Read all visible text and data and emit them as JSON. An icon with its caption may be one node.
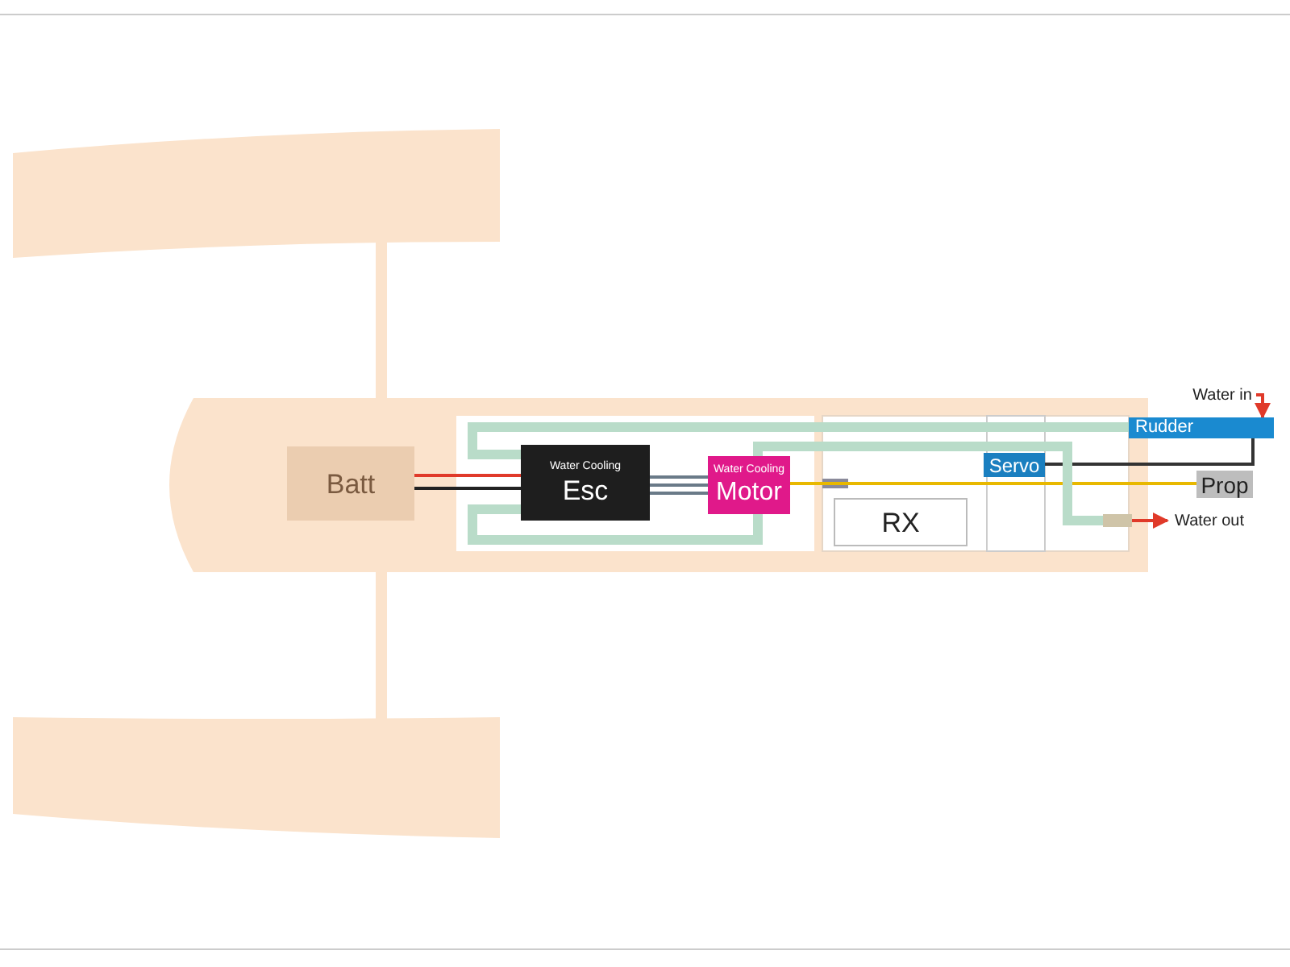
{
  "diagram": {
    "nodes": [
      {
        "text": [
          "Batt"
        ]
      },
      {
        "text": [
          "Water Cooling",
          "Esc"
        ]
      },
      {
        "text": [
          "Water Cooling",
          "Motor"
        ]
      },
      {
        "text": [
          "RX"
        ]
      },
      {
        "text": [
          "Servo"
        ]
      },
      {
        "text": [
          "Rudder"
        ]
      },
      {
        "text": [
          "Prop"
        ]
      },
      {
        "text": [
          "Water in"
        ]
      },
      {
        "text": [
          "Water out"
        ]
      },
      {
        "text": [],
        "shape": "box"
      }
    ],
    "edges": [
      {
        "from": 0,
        "to": 1,
        "arrow": "none",
        "color": "#e03a2a"
      },
      {
        "from": 0,
        "to": 1,
        "arrow": "none",
        "color": "#222222"
      },
      {
        "from": 1,
        "to": 2,
        "arrow": "none",
        "color": "#6a7a88"
      },
      {
        "from": 1,
        "to": 2,
        "arrow": "none",
        "color": "#6a7a88"
      },
      {
        "from": 1,
        "to": 2,
        "arrow": "none",
        "color": "#6a7a88"
      },
      {
        "from": 2,
        "to": 6,
        "arrow": "none",
        "color": "#e8b800"
      },
      {
        "from": 4,
        "to": 5,
        "arrow": "none",
        "color": "#333333"
      },
      {
        "from": 7,
        "to": 5,
        "arrow": "to",
        "color": "#e03a2a"
      },
      {
        "from": 9,
        "to": 8,
        "arrow": "to",
        "color": "#e03a2a"
      },
      {
        "from": 5,
        "to": 1,
        "arrow": "none",
        "style": "thick",
        "color": "#b9dcc9"
      },
      {
        "from": 1,
        "to": 2,
        "arrow": "none",
        "style": "thick",
        "color": "#b9dcc9"
      },
      {
        "from": 2,
        "to": 9,
        "arrow": "none",
        "style": "thick",
        "color": "#b9dcc9"
      }
    ]
  }
}
